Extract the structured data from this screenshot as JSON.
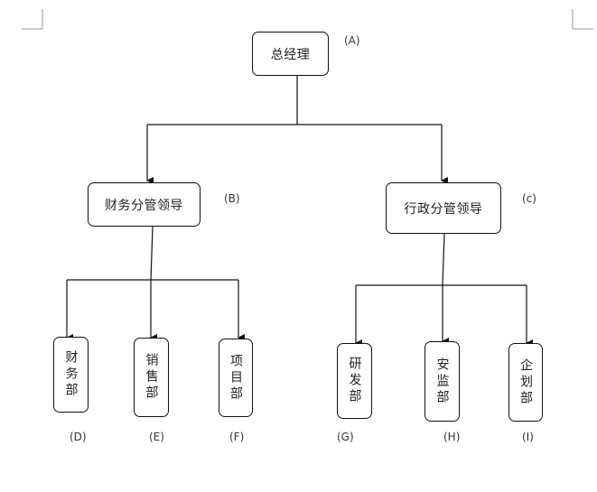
{
  "nodes": {
    "a": {
      "label": "总经理",
      "tag": "(A)"
    },
    "b": {
      "label": "财务分管领导",
      "tag": "(B)"
    },
    "c": {
      "label": "行政分管领导",
      "tag": "(c)"
    },
    "d": {
      "label": "财务部",
      "tag": "(D)"
    },
    "e": {
      "label": "销售部",
      "tag": "(E)"
    },
    "f": {
      "label": "项目部",
      "tag": "(F)"
    },
    "g": {
      "label": "研发部",
      "tag": "(G)"
    },
    "h": {
      "label": "安监部",
      "tag": "(H)"
    },
    "i": {
      "label": "企划部",
      "tag": "(I)"
    }
  },
  "colors": {
    "line": "#111111",
    "corner_marks": "#999999"
  }
}
